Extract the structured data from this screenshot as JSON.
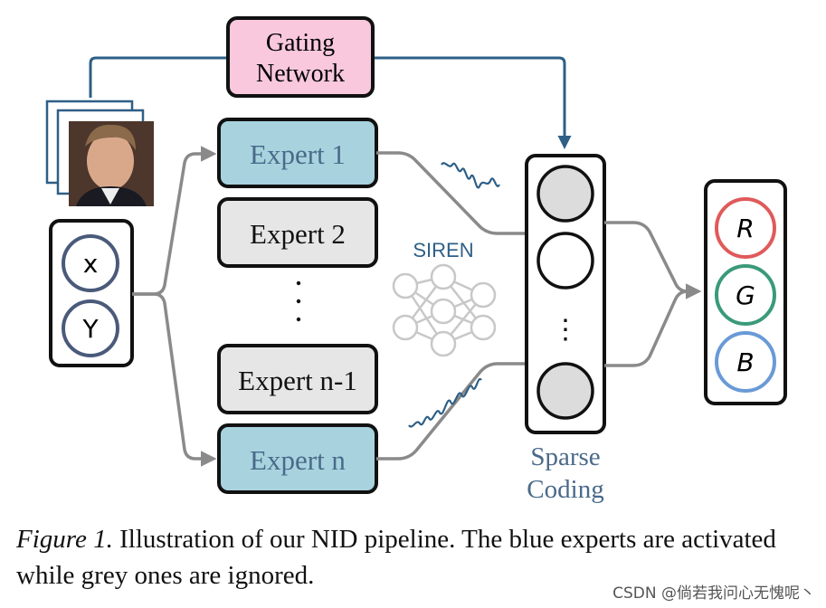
{
  "diagram": {
    "gating_network": {
      "line1": "Gating",
      "line2": "Network"
    },
    "inputs": {
      "x": "x",
      "y": "Y"
    },
    "experts": [
      {
        "label": "Expert 1",
        "active": true
      },
      {
        "label": "Expert 2",
        "active": false
      },
      {
        "label": "Expert n-1",
        "active": false
      },
      {
        "label": "Expert n",
        "active": true
      }
    ],
    "expert_ellipsis": "·\n·\n·",
    "siren_label": "SIREN",
    "sparse_coding": {
      "line1": "Sparse",
      "line2": "Coding",
      "ellipsis": "⋮"
    },
    "outputs": [
      "R",
      "G",
      "B"
    ],
    "colors": {
      "active_expert": "#a8d3de",
      "inactive_expert": "#e6e6e6",
      "gating": "#f9c8dd",
      "arrow_blue": "#2e5f86",
      "arrow_grey": "#8a8a8a",
      "input_ring": "#4a5a7a",
      "r_ring": "#e05a5a",
      "g_ring": "#3a9a7a",
      "b_ring": "#6a9ad6"
    }
  },
  "caption": {
    "figure_label": "Figure 1.",
    "text": "Illustration of our NID pipeline. The blue experts are activated while grey ones are ignored."
  },
  "watermark": "CSDN @倘若我问心无愧呢丶"
}
